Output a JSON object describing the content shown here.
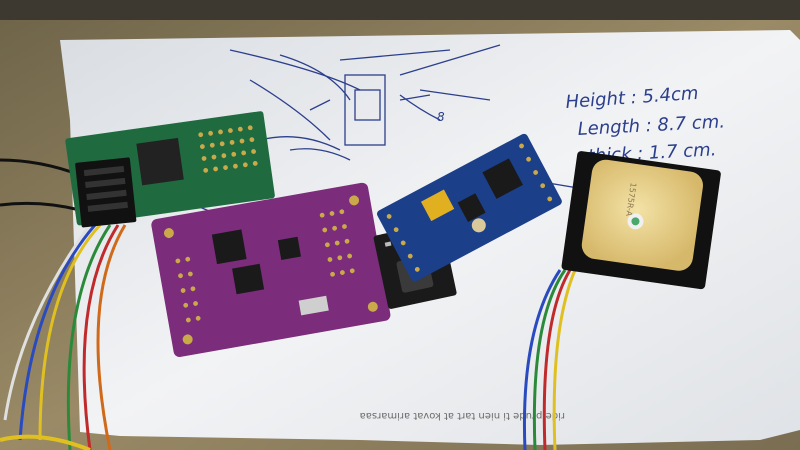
{
  "photo": {
    "notes": {
      "height": "Height : 5.4cm",
      "length": "Length : 8.7 cm.",
      "thick": "thick : 1.7 cm.",
      "n8": "8"
    },
    "gps_label": "1575R-A",
    "mirrored_text": "ride prude ti nien tart at kovat arimarsaa",
    "colors": {
      "table": "#8a7a5a",
      "paper": "#eef0f3",
      "ink": "#2c3f8c",
      "green_board": "#1f6b3f",
      "purple_board": "#7b2c7a",
      "blue_board": "#1c3f8a",
      "black_board": "#1a1a1a",
      "gps_patch": "#e8d08a"
    }
  }
}
